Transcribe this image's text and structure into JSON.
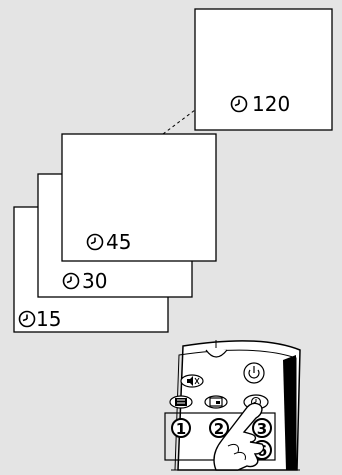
{
  "screens": [
    {
      "name": "screen-15",
      "value": "15"
    },
    {
      "name": "screen-30",
      "value": "30"
    },
    {
      "name": "screen-45",
      "value": "45"
    },
    {
      "name": "screen-120",
      "value": "120"
    }
  ],
  "icons": {
    "timer": "sleep-timer-icon",
    "mute": "mute-icon",
    "power": "power-icon",
    "menu": "menu-icon",
    "pip": "picture-in-picture-icon",
    "hand": "pointing-hand-icon"
  },
  "remote": {
    "digits": [
      "1",
      "2",
      "3",
      "6"
    ]
  },
  "colors": {
    "background": "#e4e4e4",
    "screen": "#ffffff",
    "stroke": "#000000"
  }
}
